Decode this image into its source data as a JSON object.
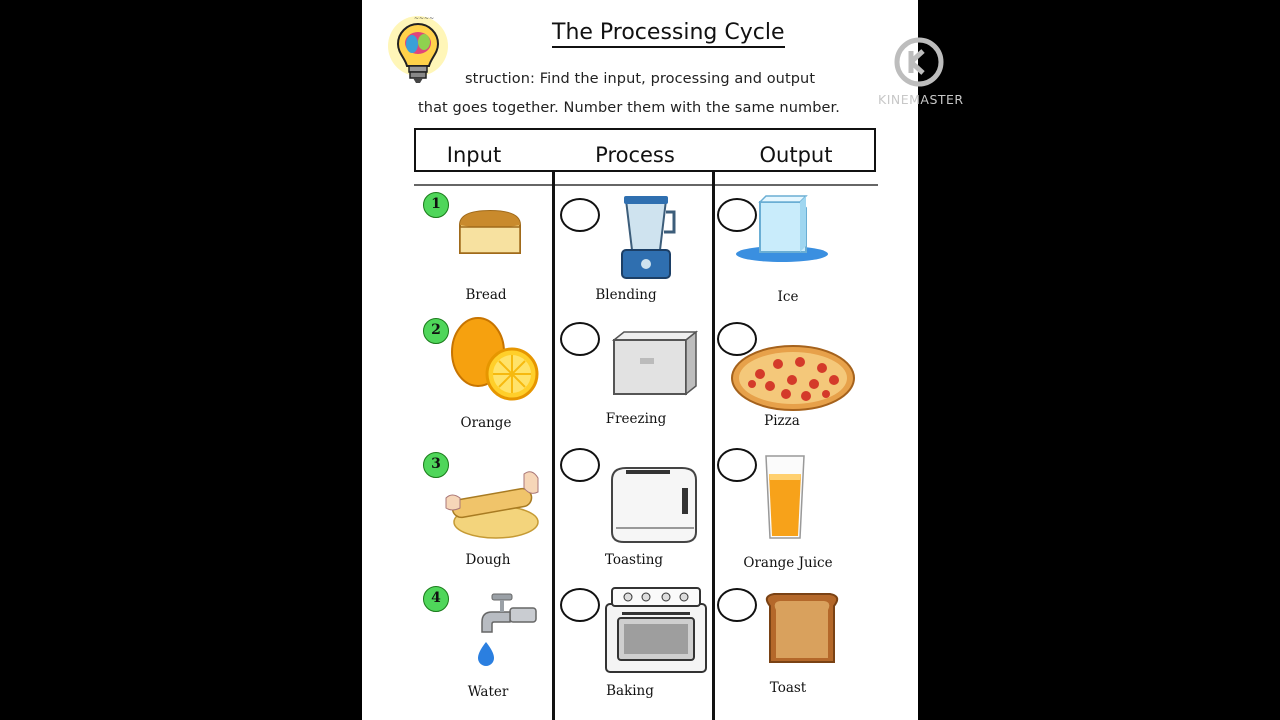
{
  "worksheet": {
    "title": "The Processing Cycle",
    "instruction_line1": "struction: Find the input, processing and output",
    "instruction_line2": "that goes together. Number them with the same number.",
    "columns": [
      "Input",
      "Process",
      "Output"
    ],
    "rows": [
      {
        "number": "1",
        "input": "Bread",
        "process": "Blending",
        "output": "Ice"
      },
      {
        "number": "2",
        "input": "Orange",
        "process": "Freezing",
        "output": "Pizza"
      },
      {
        "number": "3",
        "input": "Dough",
        "process": "Toasting",
        "output": "Orange Juice"
      },
      {
        "number": "4",
        "input": "Water",
        "process": "Baking",
        "output": "Toast"
      }
    ]
  },
  "watermark": {
    "text": "KINEMASTER",
    "icon": "kinemaster-logo-icon"
  },
  "colors": {
    "badge_green": "#4fd65a",
    "background": "#000000",
    "sheet": "#ffffff"
  }
}
